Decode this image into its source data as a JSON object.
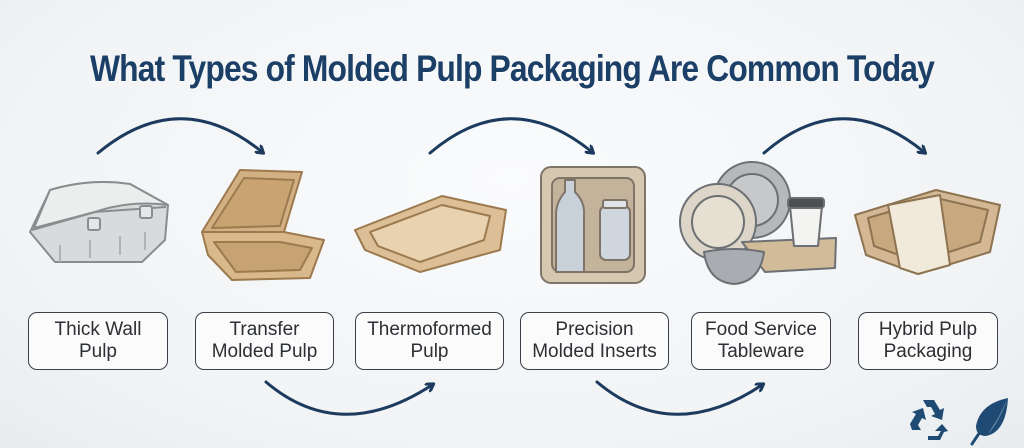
{
  "title": "What Types of Molded Pulp Packaging Are Common Today",
  "colors": {
    "title": "#1b3f66",
    "arrow": "#1c3b5e",
    "pulp": "#d9b98c",
    "box_border": "#3a4048"
  },
  "items": [
    {
      "label": "Thick Wall\nPulp",
      "illustration": "egg-carton"
    },
    {
      "label": "Transfer\nMolded Pulp",
      "illustration": "clamshell-container"
    },
    {
      "label": "Thermoformed\nPulp",
      "illustration": "tray"
    },
    {
      "label": "Precision\nMolded Inserts",
      "illustration": "bottle-jar-insert"
    },
    {
      "label": "Food Service\nTableware",
      "illustration": "plates-cup-bowl"
    },
    {
      "label": "Hybrid Pulp\nPackaging",
      "illustration": "banded-container"
    }
  ],
  "footer_icons": [
    "recycle-icon",
    "leaf-icon"
  ]
}
